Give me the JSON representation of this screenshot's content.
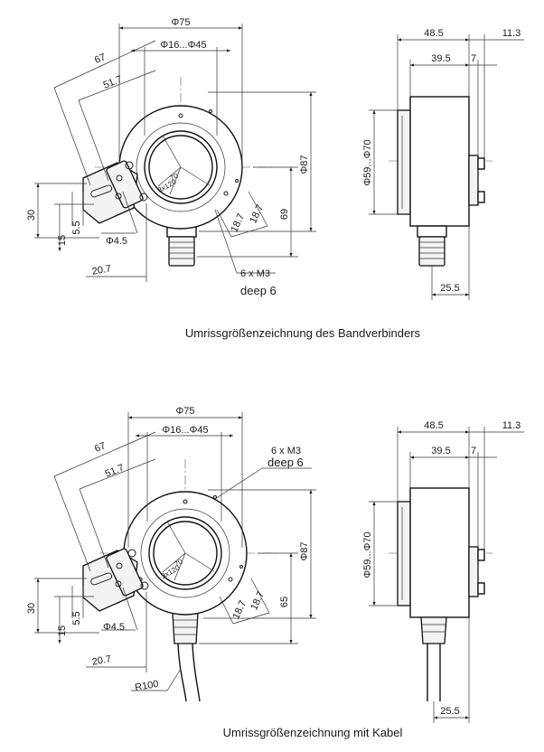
{
  "drawings": [
    {
      "caption": "Umrissgrößenzeichnung des Bandverbinders",
      "front": {
        "phi75": "Φ75",
        "phi_shaft": "Φ16...Φ45",
        "d67": "67",
        "d51_7": "51.7",
        "d30": "30",
        "d15": "15",
        "d5_5": "5.5",
        "phi4_5": "Φ4.5",
        "d20_7": "20.7",
        "d18_7a": "18.7",
        "d18_7b": "18.7",
        "d_height": "69",
        "phi87": "Φ87",
        "thread": "6 x M3",
        "depth": "deep 6",
        "mark_a": "70",
        "mark_b": "3x120"
      },
      "side": {
        "d48_5": "48.5",
        "d11_3": "11.3",
        "d39_5": "39.5",
        "d7": "7",
        "phi_flange": "Φ59...Φ70",
        "d25_5": "25.5"
      }
    },
    {
      "caption": "Umrissgrößenzeichnung mit Kabel",
      "front": {
        "phi75": "Φ75",
        "phi_shaft": "Φ16...Φ45",
        "d67": "67",
        "d51_7": "51.7",
        "d30": "30",
        "d15": "15",
        "d5_5": "5.5",
        "phi4_5": "Φ4.5",
        "d20_7": "20.7",
        "d18_7a": "18.7",
        "d18_7b": "18.7",
        "d_height": "65",
        "phi87": "Φ87",
        "thread": "6 x M3",
        "depth": "deep 6",
        "mark_a": "70",
        "mark_b": "3x120",
        "radius": "R100"
      },
      "side": {
        "d48_5": "48.5",
        "d11_3": "11.3",
        "d39_5": "39.5",
        "d7": "7",
        "phi_flange": "Φ59...Φ70",
        "d25_5": "25.5"
      }
    }
  ]
}
